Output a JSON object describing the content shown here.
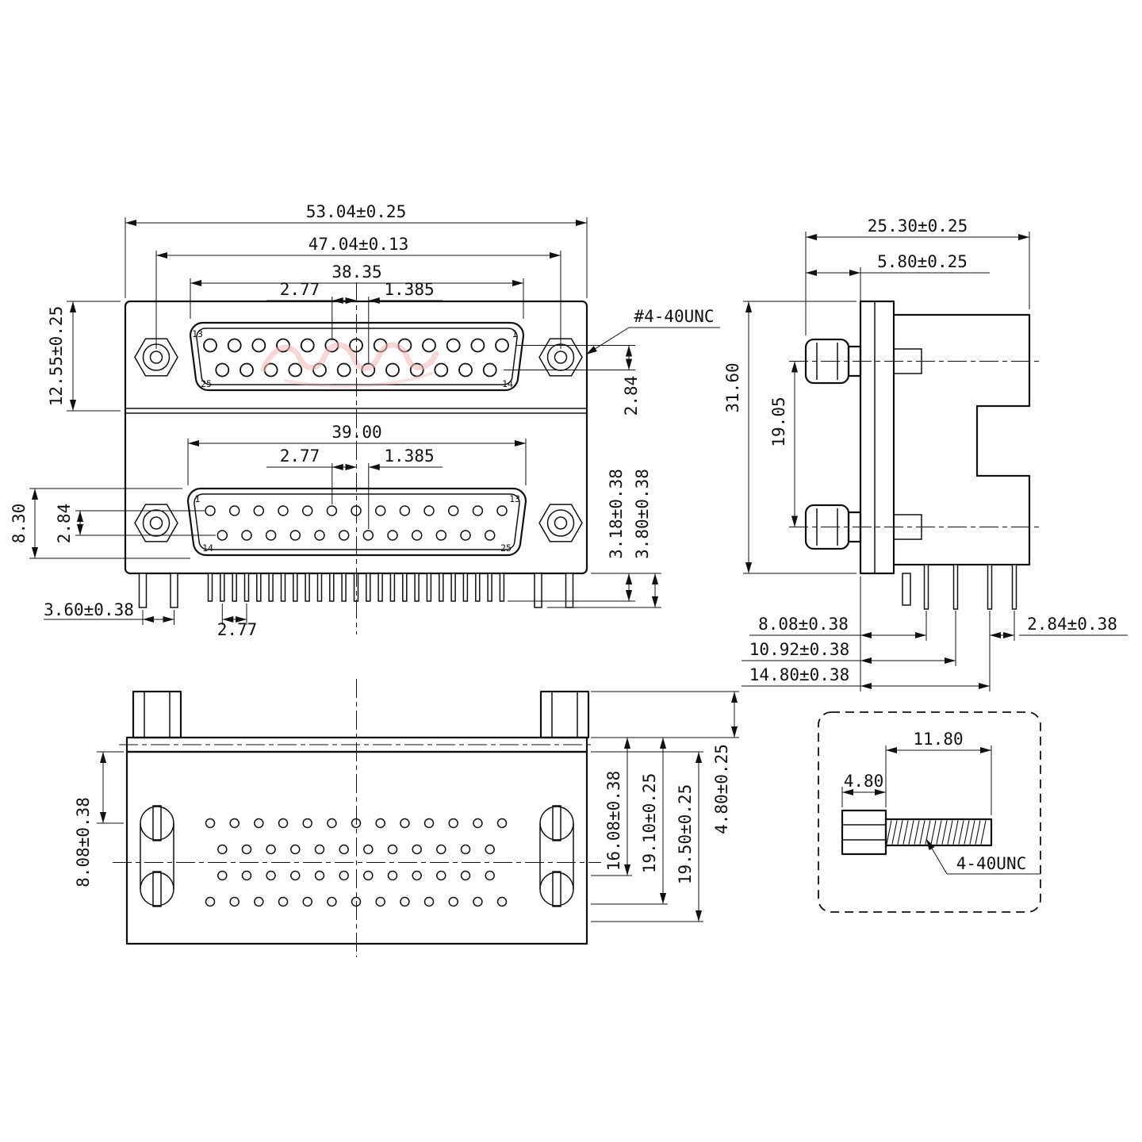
{
  "front_view": {
    "overall_width": "53.04±0.25",
    "mount_hole_spacing": "47.04±0.13",
    "upper_insert_width": "38.35",
    "upper_pin_pitch": "2.77",
    "upper_half_pitch": "1.385",
    "upper_height": "12.55±0.25",
    "thread_callout": "#4-40UNC",
    "upper_row_gap": "2.84",
    "lower_insert_width": "39.00",
    "lower_pin_pitch": "2.77",
    "lower_half_pitch": "1.385",
    "lower_left_dim": "8.30",
    "lower_row_gap": "2.84",
    "tail_length": "3.18±0.38",
    "leg_length": "3.80±0.38",
    "leg_spacing": "3.60±0.38",
    "tail_pitch": "2.77",
    "pins": {
      "upper_top_left": "13",
      "upper_top_right": "1",
      "upper_bottom_left": "25",
      "upper_bottom_right": "14",
      "lower_top_left": "1",
      "lower_top_right": "13",
      "lower_bottom_left": "14",
      "lower_bottom_right": "25"
    }
  },
  "side_view": {
    "overall_depth": "25.30±0.25",
    "screw_protrusion": "5.80±0.25",
    "overall_height": "31.60",
    "port_spacing": "19.05",
    "pin_row_1": "8.08±0.38",
    "pin_row_2": "10.92±0.38",
    "pin_row_3": "14.80±0.38",
    "pin_row_gap": "2.84±0.38"
  },
  "bottom_view": {
    "face_to_row1": "8.08±0.38",
    "depth_1": "16.08±0.38",
    "depth_2": "19.10±0.25",
    "depth_3": "19.50±0.25",
    "screw_height": "4.80±0.25"
  },
  "screw_detail": {
    "thread_length": "11.80",
    "head_length": "4.80",
    "thread_spec": "4-40UNC"
  }
}
